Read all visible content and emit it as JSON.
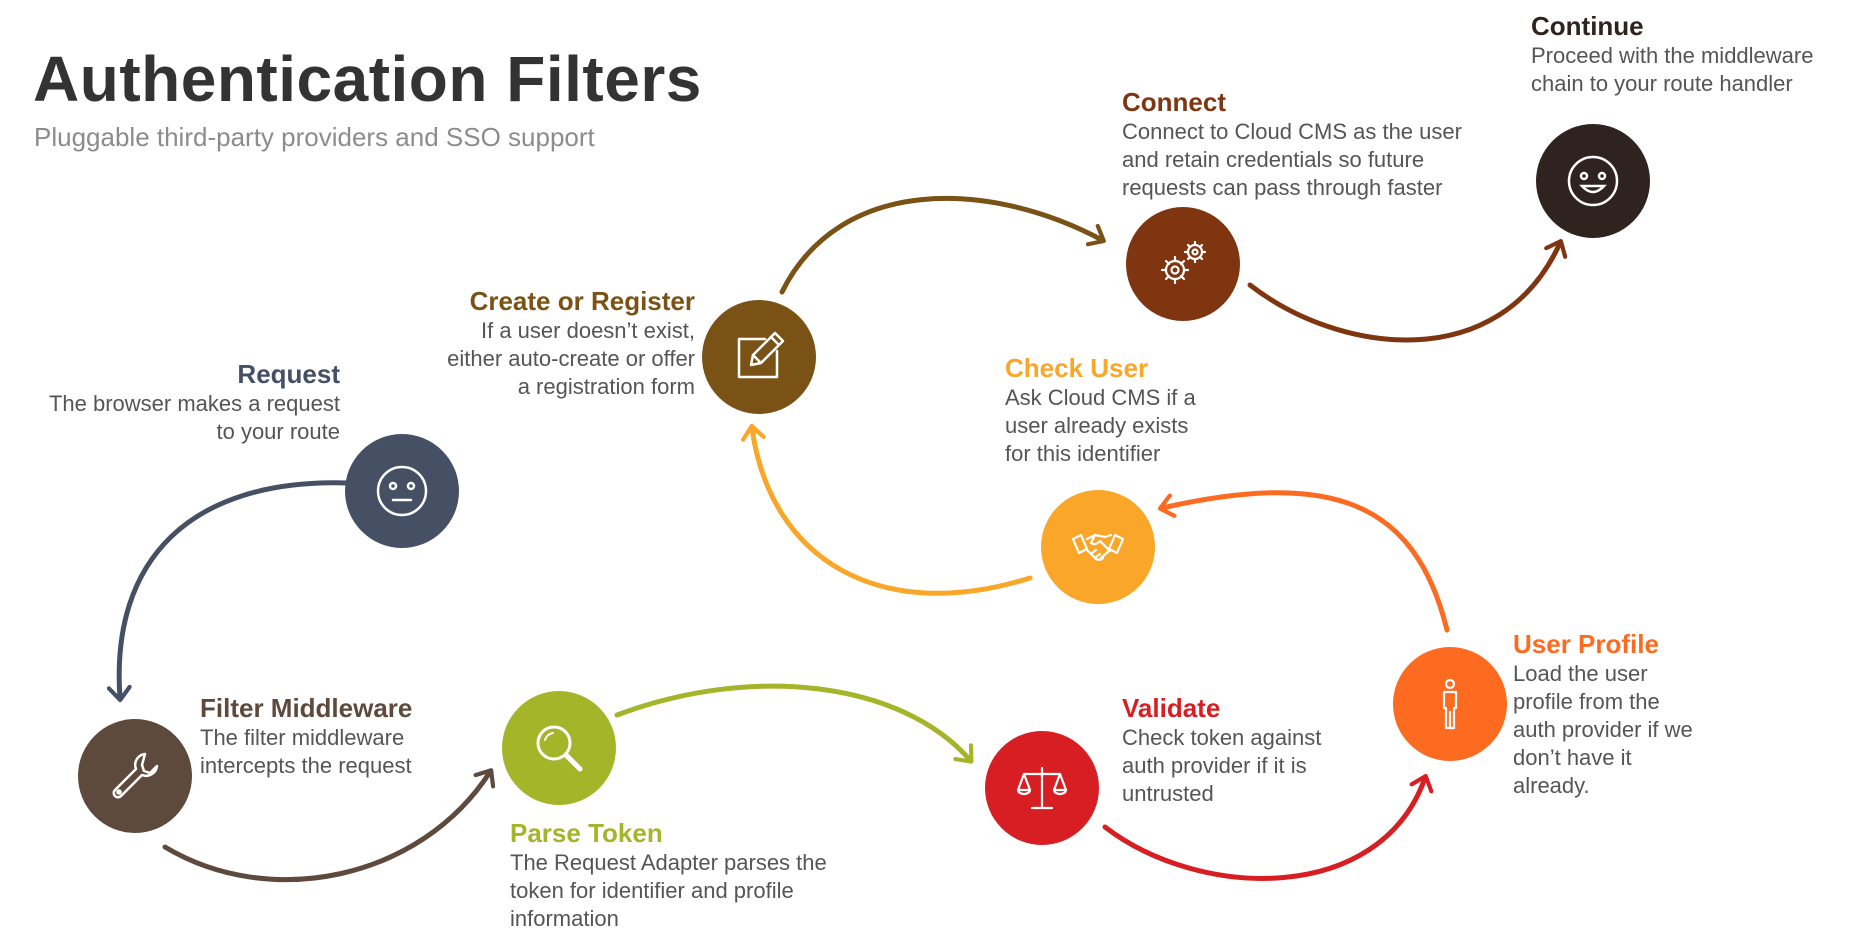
{
  "title": "Authentication Filters",
  "subtitle": "Pluggable third-party providers and SSO support",
  "colors": {
    "request": "#455065",
    "filter": "#5e4a3d",
    "parse": "#a5b52a",
    "validate": "#d71f23",
    "profile": "#fd6b21",
    "check": "#faa629",
    "create": "#7a5215",
    "connect": "#7f3510",
    "continue": "#2f231f"
  },
  "steps": {
    "request": {
      "title": "Request",
      "desc": "The browser makes a request\nto your route",
      "icon": "neutral-face-icon"
    },
    "filter": {
      "title": "Filter Middleware",
      "desc": "The filter middleware\nintercepts the request",
      "icon": "wrench-icon"
    },
    "parse": {
      "title": "Parse Token",
      "desc": "The Request Adapter parses the\ntoken for identifier and profile\ninformation",
      "icon": "magnifier-icon"
    },
    "validate": {
      "title": "Validate",
      "desc": "Check token against\nauth provider if it is\nuntrusted",
      "icon": "scales-icon"
    },
    "profile": {
      "title": "User Profile",
      "desc": "Load the user\nprofile from the\nauth provider if we\ndon’t have it\nalready.",
      "icon": "person-icon"
    },
    "check": {
      "title": "Check User",
      "desc": "Ask Cloud CMS if a\nuser already exists\nfor this identifier",
      "icon": "handshake-icon"
    },
    "create": {
      "title": "Create or Register",
      "desc": "If a user doesn’t exist,\neither auto-create or offer\na registration form",
      "icon": "edit-form-icon"
    },
    "connect": {
      "title": "Connect",
      "desc": "Connect to Cloud CMS as the user\nand retain credentials so future\nrequests can pass through faster",
      "icon": "gears-icon"
    },
    "continue": {
      "title": "Continue",
      "desc": "Proceed with the middleware\nchain to your route handler",
      "icon": "smiley-icon"
    }
  }
}
